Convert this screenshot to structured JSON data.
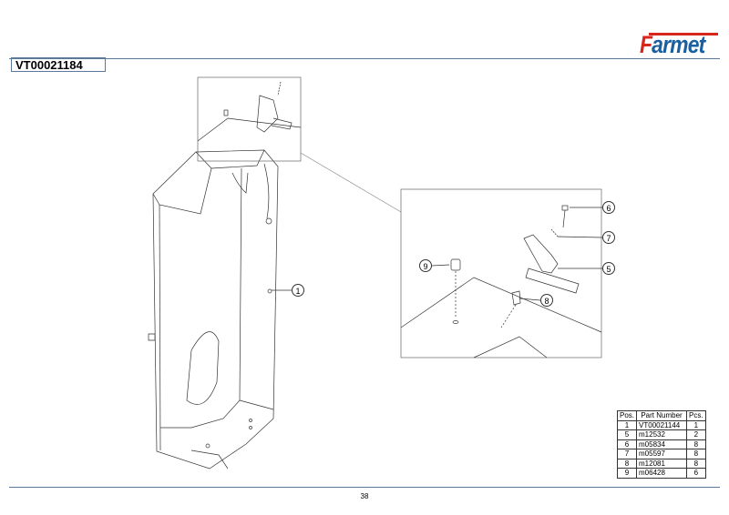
{
  "header": {
    "title": "VT00021184",
    "logo": "Farmet"
  },
  "footer": {
    "page": "38"
  },
  "callouts": [
    "1",
    "6",
    "7",
    "5",
    "8",
    "9"
  ],
  "parts_table": {
    "headers": [
      "Pos.",
      "Part Number",
      "Pcs."
    ],
    "rows": [
      [
        "1",
        "VT00021144",
        "1"
      ],
      [
        "5",
        "m12532",
        "2"
      ],
      [
        "6",
        "m05834",
        "8"
      ],
      [
        "7",
        "m05597",
        "8"
      ],
      [
        "8",
        "m12081",
        "8"
      ],
      [
        "9",
        "m06428",
        "6"
      ]
    ]
  }
}
